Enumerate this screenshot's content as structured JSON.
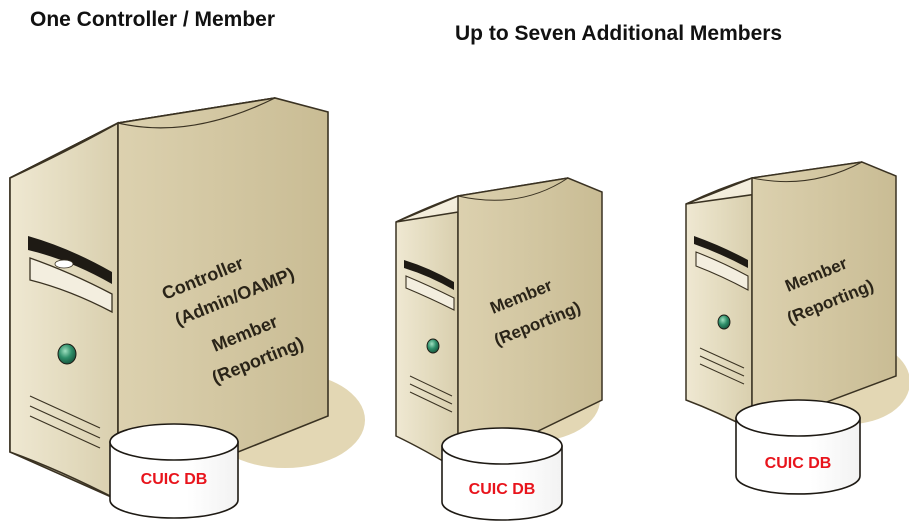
{
  "headings": {
    "left": "One Controller / Member",
    "right": "Up to Seven Additional Members"
  },
  "servers": [
    {
      "role_line1": "Controller",
      "role_line2": "(Admin/OAMP)",
      "member_line1": "Member",
      "member_line2": "(Reporting)",
      "db_label": "CUIC DB"
    },
    {
      "member_line1": "Member",
      "member_line2": "(Reporting)",
      "db_label": "CUIC DB"
    },
    {
      "member_line1": "Member",
      "member_line2": "(Reporting)",
      "db_label": "CUIC DB"
    }
  ],
  "colors": {
    "case_front": "#e4dcc0",
    "case_side": "#d3c7a2",
    "case_top": "#f2ecda",
    "shadow": "#e3d7b4",
    "power_led": "#2f8f6a",
    "db_label": "#e8141c"
  },
  "icons": [
    "server-icon",
    "database-icon",
    "power-led-icon"
  ]
}
